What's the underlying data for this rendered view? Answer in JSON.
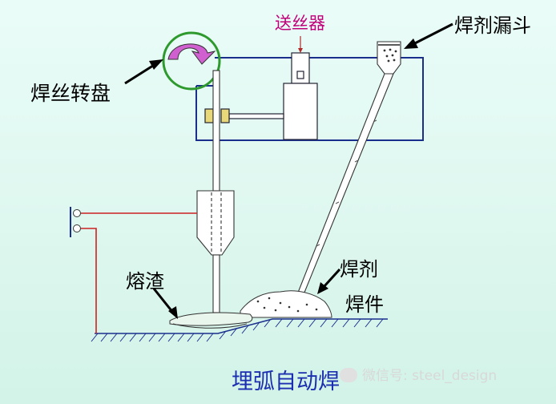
{
  "labels": {
    "feeder": "送丝器",
    "funnel": "焊剂漏斗",
    "wire_reel": "焊丝转盘",
    "flux": "焊剂",
    "workpiece": "焊件",
    "slag": "熔渣"
  },
  "title": "埋弧自动焊",
  "watermark": "微信号: steel_design",
  "colors": {
    "frame": "#1a2e8c",
    "reel_ring": "#2e9a2e",
    "reel_arrow": "#d060d0",
    "power_wire": "#cc2222",
    "ground": "#1a2e8c",
    "guide_block": "#e8d878",
    "title": "#1c2fb0",
    "feeder_label": "#c0007a"
  }
}
